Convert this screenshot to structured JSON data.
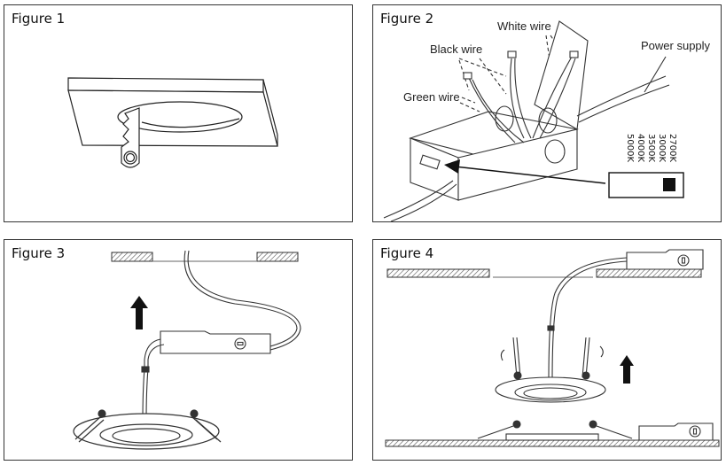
{
  "figures": [
    {
      "title": "Figure 1"
    },
    {
      "title": "Figure 2",
      "labels": {
        "white_wire": "White wire",
        "black_wire": "Black wire",
        "green_wire": "Green wire",
        "power_supply": "Power supply"
      },
      "cct_switch": {
        "options": [
          "2700K",
          "3000K",
          "3500K",
          "4000K",
          "5000K"
        ],
        "selected": "2700K"
      }
    },
    {
      "title": "Figure 3"
    },
    {
      "title": "Figure 4"
    }
  ]
}
